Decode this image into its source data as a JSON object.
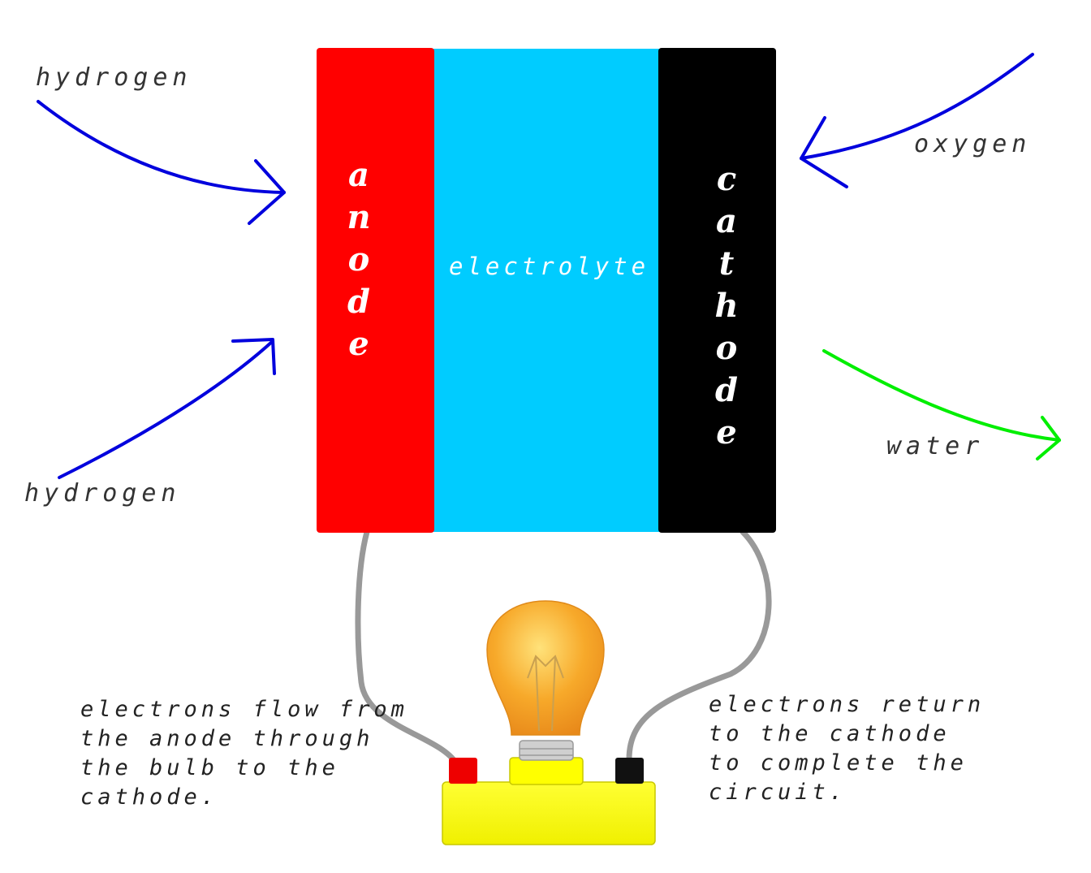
{
  "labels": {
    "hydrogen_top": "hydrogen",
    "hydrogen_bottom": "hydrogen",
    "oxygen": "oxygen",
    "water": "water",
    "anode": "anode",
    "electrolyte": "electrolyte",
    "cathode": "cathode"
  },
  "notes": {
    "left": "electrons flow from\nthe anode through\nthe bulb to the\ncathode.",
    "right": "electrons return\nto the cathode\nto complete the\ncircuit."
  },
  "colors": {
    "anode": "#ff0000",
    "electrolyte": "#00ccff",
    "cathode": "#000000",
    "input_arrows": "#0000dd",
    "output_arrow": "#00ee00",
    "wire": "#999999",
    "base": "#ffff00",
    "bulb": "#f5a020"
  }
}
